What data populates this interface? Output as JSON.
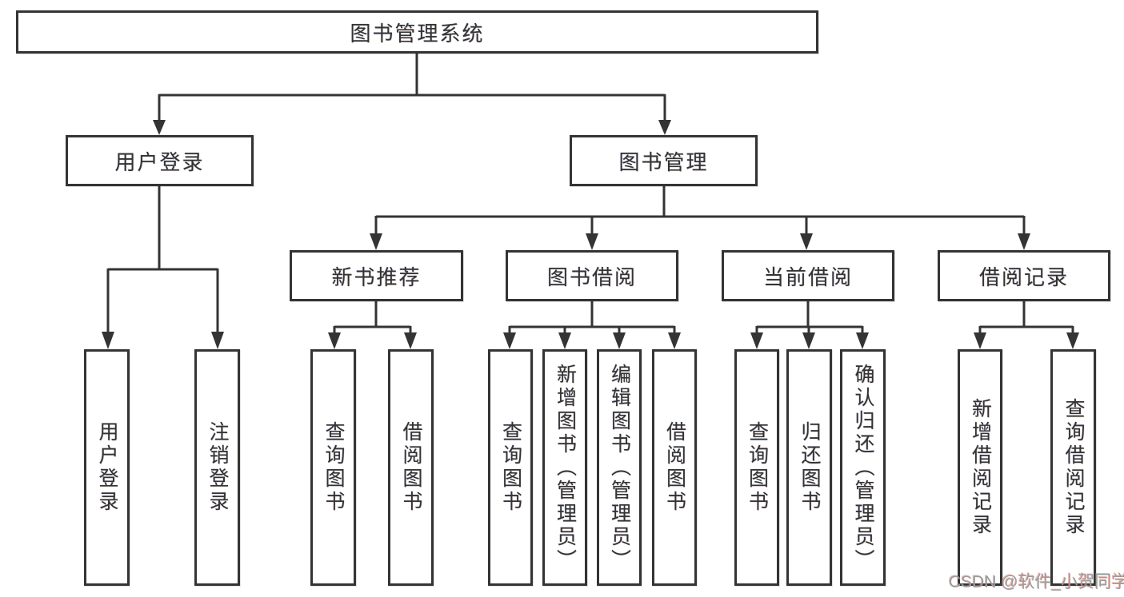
{
  "diagram": {
    "title": "图书管理系统",
    "nodes": {
      "root": {
        "label": "图书管理系统"
      },
      "user_login": {
        "label": "用户登录"
      },
      "book_mgmt": {
        "label": "图书管理"
      },
      "new_book_rec": {
        "label": "新书推荐"
      },
      "book_borrow": {
        "label": "图书借阅"
      },
      "current_borrow": {
        "label": "当前借阅"
      },
      "borrow_record": {
        "label": "借阅记录"
      },
      "leaf_user_login": {
        "label": "用户登录"
      },
      "leaf_logout": {
        "label": "注销登录"
      },
      "leaf_nb_query": {
        "label": "查询图书"
      },
      "leaf_nb_borrow": {
        "label": "借阅图书"
      },
      "leaf_bb_query": {
        "label": "查询图书"
      },
      "leaf_bb_add": {
        "label": "新增图书（管理员）"
      },
      "leaf_bb_edit": {
        "label": "编辑图书（管理员）"
      },
      "leaf_bb_borrow": {
        "label": "借阅图书"
      },
      "leaf_cb_query": {
        "label": "查询图书"
      },
      "leaf_cb_return": {
        "label": "归还图书"
      },
      "leaf_cb_confirm": {
        "label": "确认归还（管理员）"
      },
      "leaf_br_add": {
        "label": "新增借阅记录"
      },
      "leaf_br_query": {
        "label": "查询借阅记录"
      }
    }
  },
  "colors": {
    "line": "#343434",
    "box_border": "#343434",
    "text": "#333333",
    "watermark": "#9b9b9b",
    "background": "#ffffff"
  },
  "watermark": {
    "text": "CSDN @软件_小贺同学"
  }
}
